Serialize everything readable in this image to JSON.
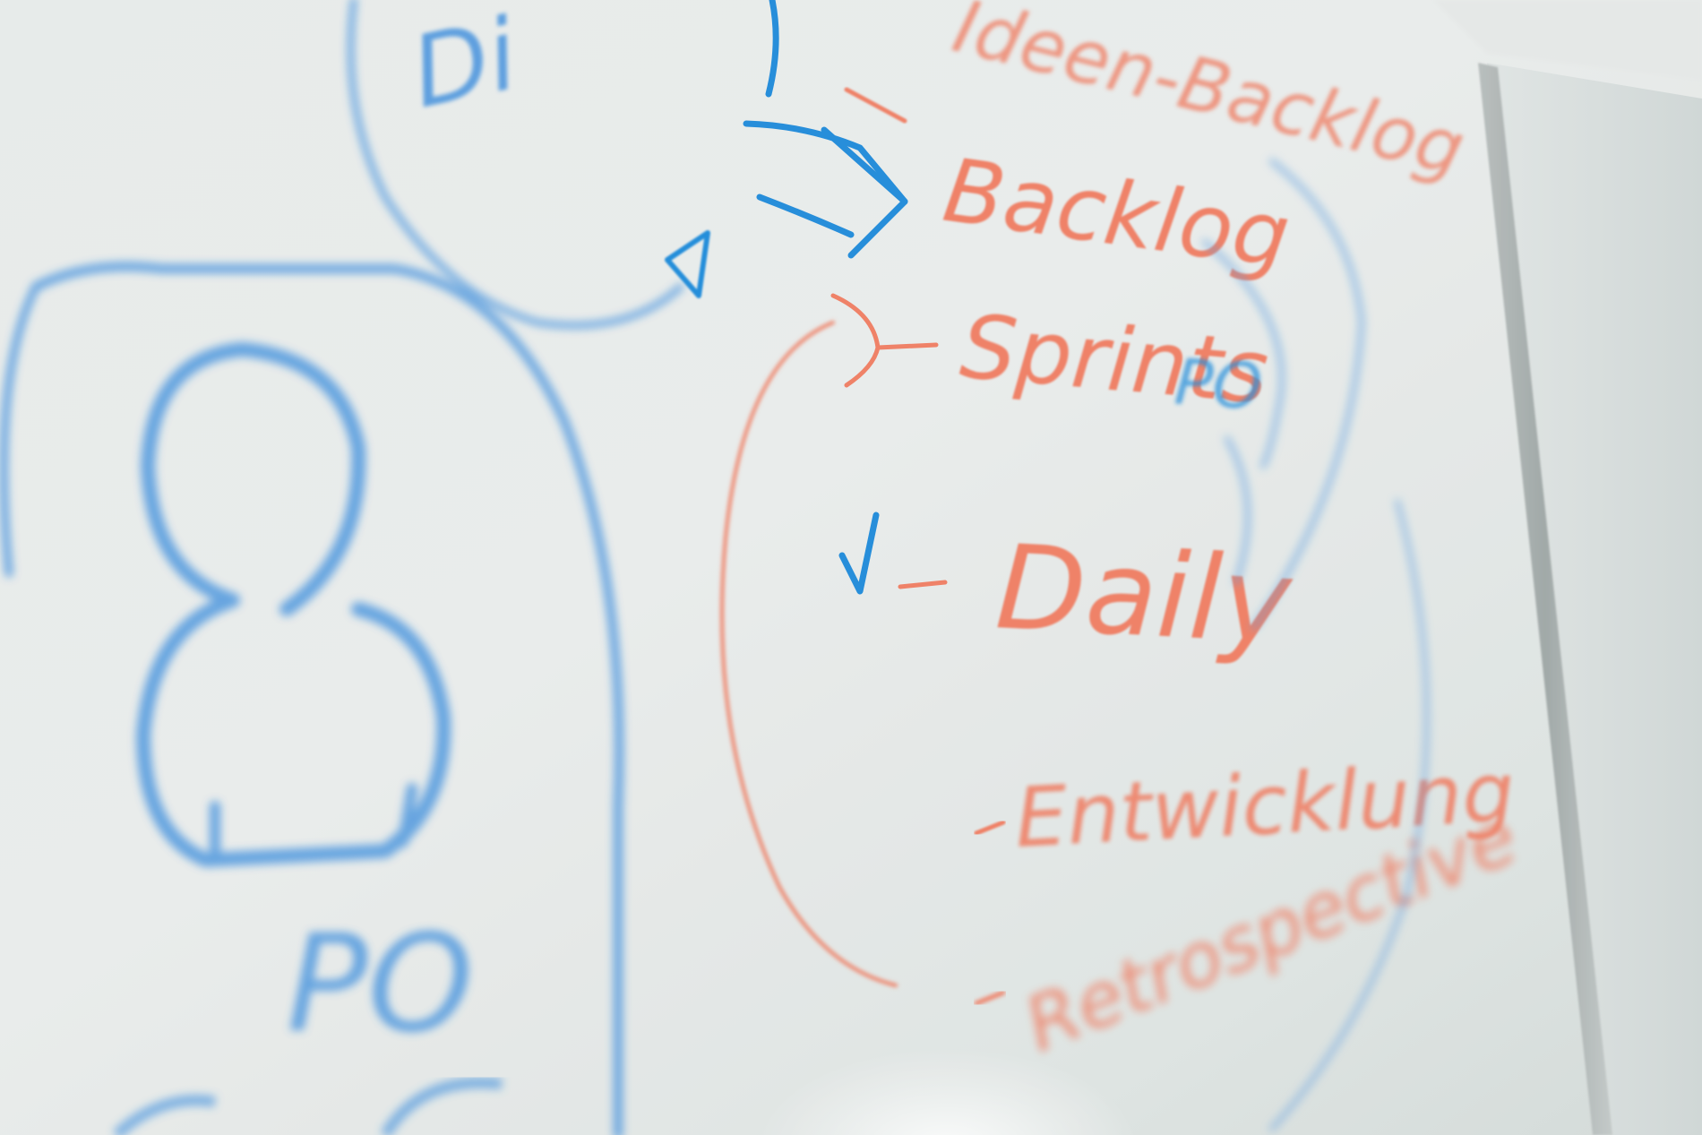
{
  "whiteboard": {
    "marker_colors": {
      "blue": "#1f8ad9",
      "orange": "#ef7d62"
    },
    "list_items": [
      {
        "text": "Ideen-Backlog"
      },
      {
        "text": "Backlog"
      },
      {
        "text": "Sprints"
      },
      {
        "text": "Daily"
      },
      {
        "text": "Entwicklung"
      },
      {
        "text": "Retrospective"
      }
    ],
    "annotations": {
      "po_label": "PO",
      "sprint_suffix": "PO",
      "top_word": "Di"
    },
    "icons": [
      "person-doodle",
      "arrow-icon",
      "checkmark-icon",
      "bracket-icon"
    ]
  }
}
